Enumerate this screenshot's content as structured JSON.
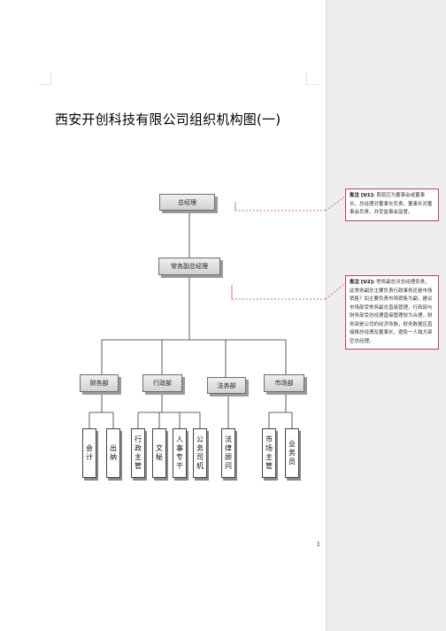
{
  "document": {
    "title": "西安开创科技有限公司组织机构图(一)",
    "page_number": "1"
  },
  "org": {
    "top": "总经理",
    "deputy": "常务副总经理",
    "departments": [
      {
        "name": "财务部",
        "positions": [
          "会计",
          "出纳"
        ]
      },
      {
        "name": "行政部",
        "positions": [
          "行政主管",
          "文秘",
          "人事专干",
          "公务司机"
        ]
      },
      {
        "name": "法务部",
        "positions": [
          "法律顾问"
        ]
      },
      {
        "name": "市场部",
        "positions": [
          "市场主管",
          "业务员"
        ]
      }
    ]
  },
  "comments": [
    {
      "label": "批注 [U1]:",
      "text": " 首层应为董事会或董事长。总经理对董事长负责，董事长对董事会负责，并受监事会监督。"
    },
    {
      "label": "批注 [U2]:",
      "text": " 常务副总对总经理负责，此常务副总主要负责行政事务还是市场销售？如主要负责市场销售为副，建议市场部受常务副总直接管理，行政部与财务部受总经理直接管理较为合理，财务部是公司的经济命脉，财务数据应直接报总经理及董事长，避免一人独大架空总经理。"
    }
  ],
  "colors": {
    "comment_border": "#c0397a",
    "box_fill_top": "#efefef",
    "box_fill_bottom": "#d2d2d2",
    "margin_pane": "#eeeeee"
  }
}
